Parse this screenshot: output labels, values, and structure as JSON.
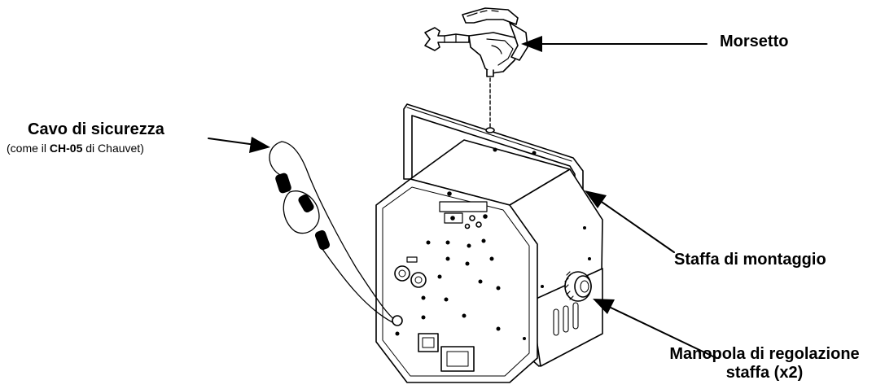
{
  "labels": {
    "clamp": "Morsetto",
    "safety_cable": "Cavo di sicurezza",
    "safety_cable_note_prefix": "(come il ",
    "safety_cable_note_model": "CH-05",
    "safety_cable_note_suffix": " di Chauvet)",
    "bracket": "Staffa di montaggio",
    "knob_line1": "Manopola di regolazione",
    "knob_line2": "staffa (x2)"
  },
  "icons": {
    "clamp": "clamp-icon",
    "fixture": "fixture-icon",
    "safety_cable": "safety-cable-icon",
    "knob": "knob-icon"
  },
  "colors": {
    "line": "#000000",
    "fill": "#ffffff"
  }
}
